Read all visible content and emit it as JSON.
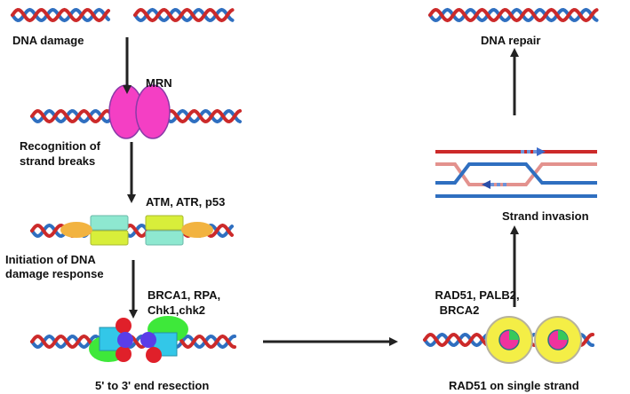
{
  "steps": {
    "dna_damage": "DNA damage",
    "recognition": [
      "Recognition of",
      "strand breaks"
    ],
    "initiation": [
      "Initiation of DNA",
      "damage response"
    ],
    "resection": "5' to 3' end resection",
    "rad51_single": "RAD51 on single strand",
    "strand_invasion": "Strand invasion",
    "dna_repair": "DNA repair"
  },
  "proteins": {
    "mrn": "MRN",
    "atm": "ATM, ATR, p53",
    "brca1": [
      "BRCA1, RPA,",
      "Chk1,chk2"
    ],
    "rad51": [
      "RAD51, PALB2,",
      "BRCA2"
    ]
  },
  "colors": {
    "strand_red": "#cc2a2a",
    "strand_blue": "#2f6fc0",
    "mrn": "#f43fc4",
    "atm_teal": "#8ee8d0",
    "atm_lime": "#d8ee3a",
    "atm_orange": "#f2b340",
    "resection_green": "#3ee83a",
    "resection_cyan": "#33c7e8",
    "resection_purple": "#5a3ee8",
    "resection_red": "#e0202a",
    "rad51_yellow": "#f4ee46",
    "rad51_pink": "#f0329e",
    "rad51_green": "#37c95a",
    "arrow": "#222222"
  }
}
